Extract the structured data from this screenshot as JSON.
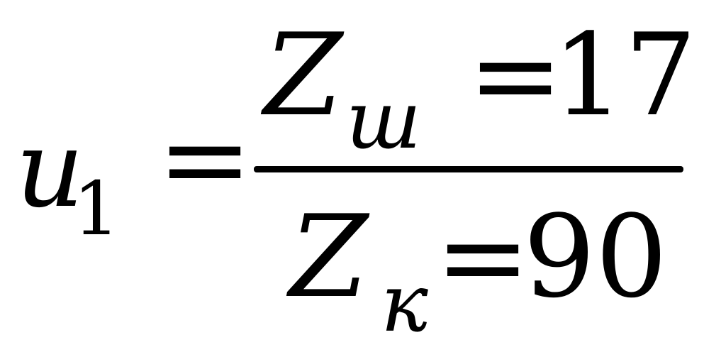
{
  "formula": {
    "lhs": {
      "variable": "u",
      "subscript": "1"
    },
    "equals": "=",
    "numerator": {
      "variable": "Z",
      "subscript": "ш",
      "equals": "=",
      "value": "17"
    },
    "denominator": {
      "variable": "Z",
      "subscript": "к",
      "equals": "=",
      "value": "90"
    }
  }
}
